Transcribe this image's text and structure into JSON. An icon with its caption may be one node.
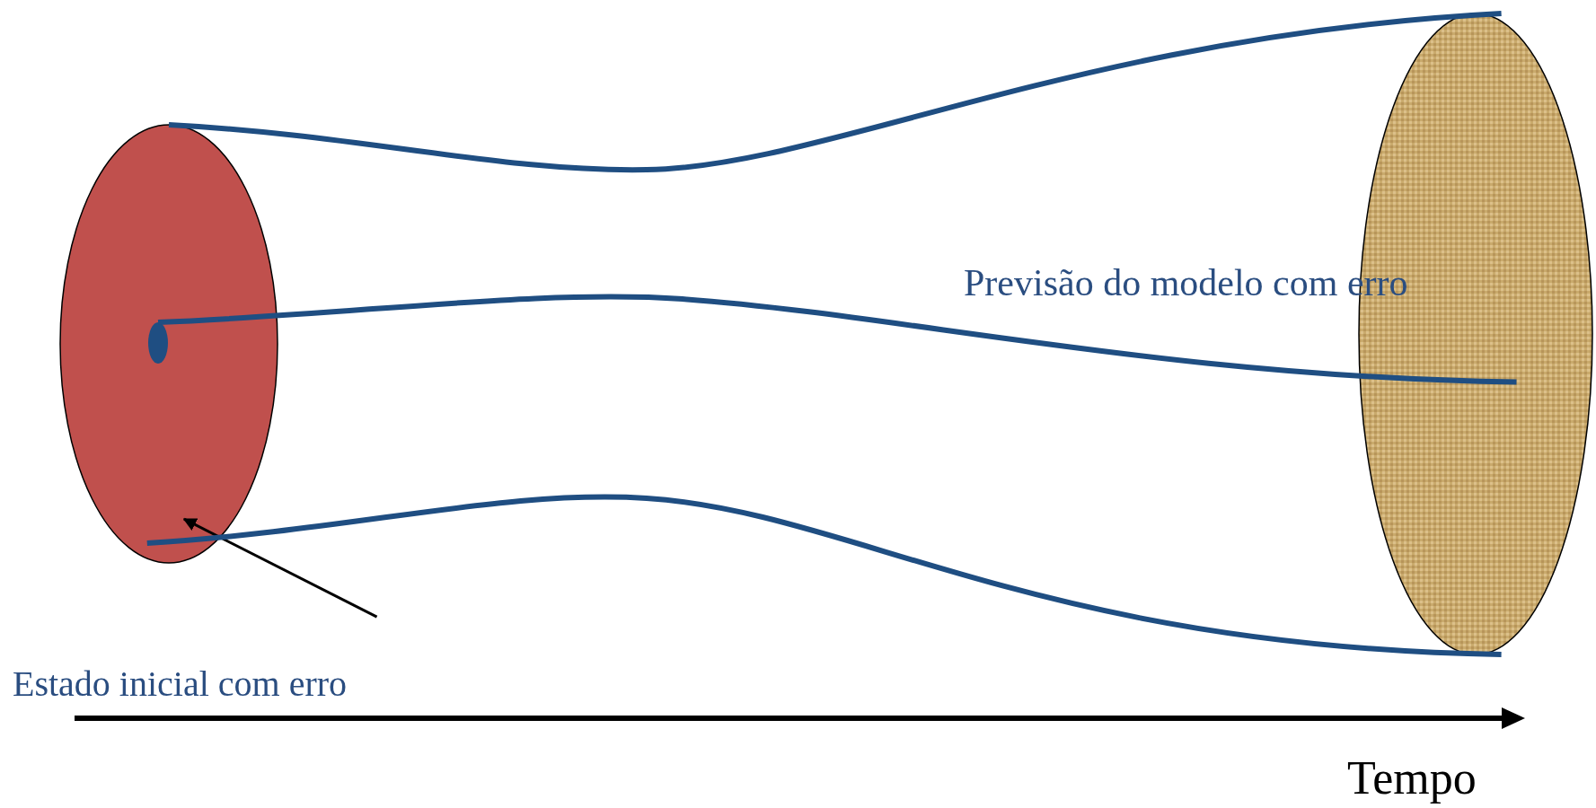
{
  "diagram": {
    "nodes": [
      {
        "text": [
          "Estado inicial com erro"
        ]
      },
      {
        "text": [],
        "shape": "circle"
      },
      {
        "text": [],
        "shape": "circle"
      },
      {
        "text": [],
        "shape": "circle",
        "in": 1
      }
    ],
    "edges": [
      {
        "from": 0,
        "to": 1,
        "arrow": "to",
        "color": "#000000"
      },
      {
        "from": 1,
        "to": 2,
        "arrow": "none"
      },
      {
        "from": 3,
        "to": 2,
        "arrow": "none"
      },
      {
        "from": 1,
        "to": 2,
        "arrow": "none"
      }
    ],
    "labels": [
      "Previsão do modelo com erro",
      "Tempo"
    ]
  }
}
